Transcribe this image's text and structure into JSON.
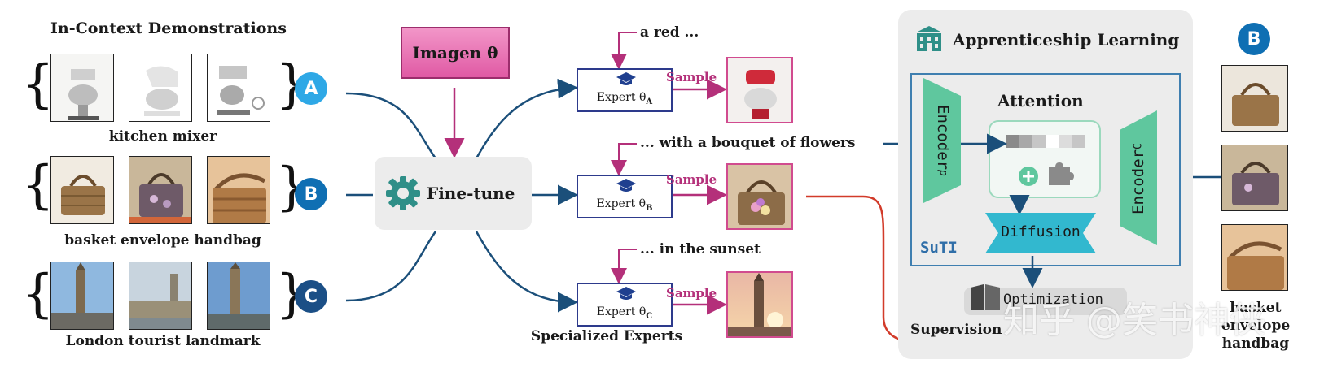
{
  "demos": {
    "title": "In-Context Demonstrations",
    "rows": [
      {
        "badge": "A",
        "caption": "kitchen mixer",
        "color": "#2ea8e6"
      },
      {
        "badge": "B",
        "caption": "basket envelope handbag",
        "color": "#0f6fb3"
      },
      {
        "badge": "C",
        "caption": "London tourist landmark",
        "color": "#1b4f86"
      }
    ]
  },
  "imagen": {
    "label": "Imagen θ"
  },
  "finetune": {
    "label": "Fine-tune"
  },
  "experts": {
    "caption": "Specialized Experts",
    "items": [
      {
        "label": "Expert θ",
        "sub": "A",
        "prompt": "a red ...",
        "sample": "Sample"
      },
      {
        "label": "Expert θ",
        "sub": "B",
        "prompt": "... with a bouquet of flowers",
        "sample": "Sample"
      },
      {
        "label": "Expert θ",
        "sub": "C",
        "prompt": "... in the sunset",
        "sample": "Sample"
      }
    ]
  },
  "suti": {
    "title": "Apprenticeship Learning",
    "attention": "Attention",
    "encoder_p": "Encoder",
    "encoder_p_sub": "p",
    "encoder_c": "Encoder",
    "encoder_c_sub": "C",
    "diffusion": "Diffusion",
    "name": "SuTI",
    "optimization": "Optimization",
    "supervision": "Supervision"
  },
  "right": {
    "badge": "B",
    "caption_lines": [
      "basket",
      "envelope",
      "handbag"
    ]
  },
  "watermark": "知乎 @笑书神侠",
  "colors": {
    "navy": "#1b4f7a",
    "magenta": "#b4307a",
    "teal": "#4fb89a",
    "red": "#d23b2a",
    "panel": "#ececec"
  }
}
